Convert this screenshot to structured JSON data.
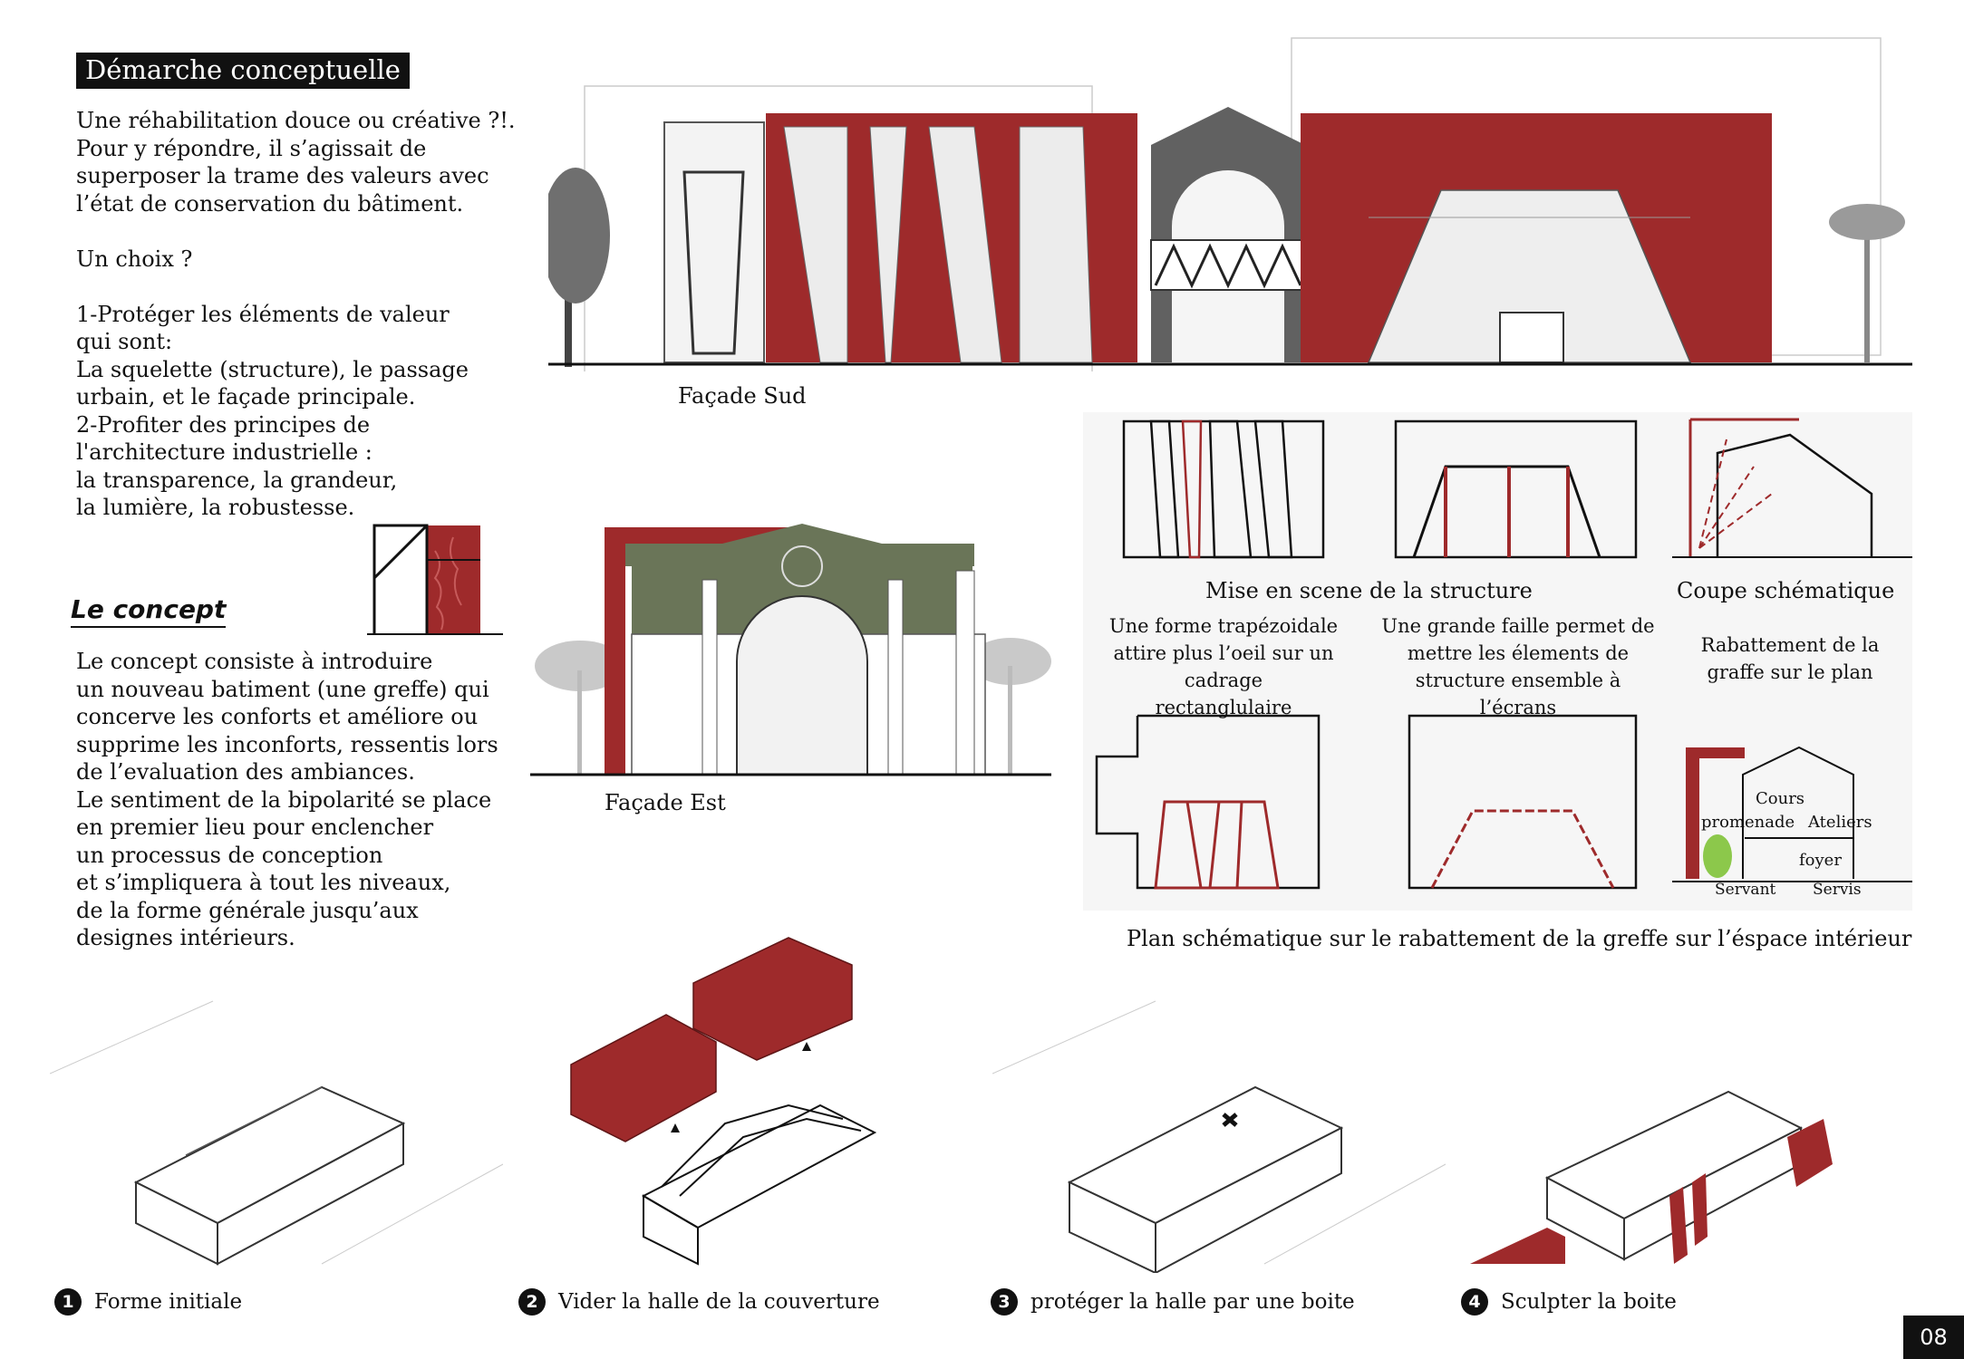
{
  "title": "Démarche conceptuelle",
  "intro": "Une réhabilitation douce ou créative ?!.\nPour y répondre, il s’agissait de\nsuperposer la trame des valeurs avec\nl’état de conservation du bâtiment.\n\nUn choix ?\n\n1-Protéger les éléments de valeur\n qui sont:\nLa squelette (structure), le passage\nurbain, et le façade principale.\n2-Profiter des principes de\nl'architecture industrielle :\nla transparence, la grandeur,\nla lumière, la robustesse.",
  "concept": {
    "title": "Le concept",
    "text": "Le concept consiste à introduire\nun nouveau batiment (une greffe) qui\nconcerve les conforts et améliore ou\nsupprime les inconforts, ressentis lors\nde l’evaluation des ambiances.\nLe sentiment de la bipolarité se place\nen premier lieu pour enclencher\nun processus de conception\net s’impliquera à tout les niveaux,\nde la forme générale  jusqu’aux\ndesignes intérieurs."
  },
  "captions": {
    "facade_sud": "Façade Sud",
    "facade_est": "Façade Est",
    "mise_en_scene": "Mise en scene de la structure",
    "coupe": "Coupe schématique",
    "trapeze": "Une forme trapézoidale\nattire plus l’oeil sur un cadrage\nrectanglulaire",
    "faille": "Une grande faille permet de\nmettre les élements de\nstructure ensemble à l’écrans",
    "rabattement": "Rabattement de la\ngraffe sur le plan",
    "plan": "Plan schématique sur le rabattement de la greffe sur l’éspace intérieur"
  },
  "section_labels": {
    "cours": "Cours",
    "promenade": "promenade",
    "ateliers": "Ateliers",
    "foyer": "foyer",
    "servant": "Servant",
    "servis": "Servis"
  },
  "steps": [
    {
      "num": "1",
      "label": "Forme initiale"
    },
    {
      "num": "2",
      "label": "Vider la halle de la couverture"
    },
    {
      "num": "3",
      "label": "protéger la halle par une boite"
    },
    {
      "num": "4",
      "label": "Sculpter la boite"
    }
  ],
  "page_number": "08",
  "colors": {
    "accent_red": "#9e2a2b",
    "dark": "#111111",
    "roof_green": "#5f6b52"
  }
}
